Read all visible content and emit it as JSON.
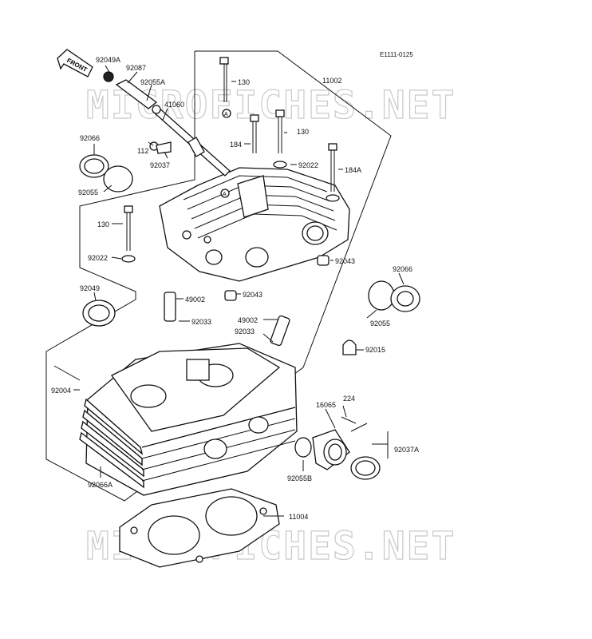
{
  "diagram": {
    "reference_code": "E1111-0125",
    "front_label": "FRONT",
    "watermark": "MICROFICHES.NET",
    "callout_A": "A",
    "parts": {
      "p92049A": "92049A",
      "p92087": "92087",
      "p92055A": "92055A",
      "p41060": "41060",
      "p130_top": "130",
      "p11002": "11002",
      "p92066_left": "92066",
      "p112": "112",
      "p92037": "92037",
      "p184": "184",
      "p130_mid": "130",
      "p92022_right": "92022",
      "p184A": "184A",
      "p92055_left": "92055",
      "p130_left": "130",
      "p92022_left": "92022",
      "p92043_right": "92043",
      "p92066_right": "92066",
      "p92049": "92049",
      "p92043_bottom": "92043",
      "p49002_left": "49002",
      "p92033_left": "92033",
      "p92055_right": "92055",
      "p49002_right": "49002",
      "p92033_right": "92033",
      "p92015": "92015",
      "p92004": "92004",
      "p224": "224",
      "p16065": "16065",
      "p92037A": "92037A",
      "p92055B": "92055B",
      "p92066A": "92066A",
      "p11004": "11004"
    }
  }
}
